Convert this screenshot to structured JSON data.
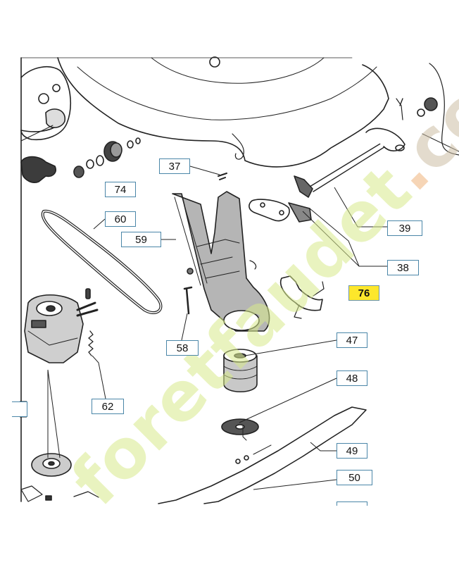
{
  "diagram": {
    "callouts": [
      {
        "id": "c37",
        "text": "37"
      },
      {
        "id": "c74",
        "text": "74"
      },
      {
        "id": "c60",
        "text": "60"
      },
      {
        "id": "c59",
        "text": "59"
      },
      {
        "id": "c39",
        "text": "39"
      },
      {
        "id": "c38",
        "text": "38"
      },
      {
        "id": "c76",
        "text": "76",
        "highlighted": true
      },
      {
        "id": "c47",
        "text": "47"
      },
      {
        "id": "c48",
        "text": "48"
      },
      {
        "id": "c58",
        "text": "58"
      },
      {
        "id": "c62",
        "text": "62"
      },
      {
        "id": "c49",
        "text": "49"
      },
      {
        "id": "c50",
        "text": "50"
      }
    ],
    "watermark": {
      "main": "foretfaudet",
      "dot": ".",
      "tld": "com"
    },
    "colors": {
      "callout_border": "#4a86a8",
      "highlight": "#fde72b",
      "watermark": "#d8ea8c",
      "line": "#222222"
    }
  }
}
